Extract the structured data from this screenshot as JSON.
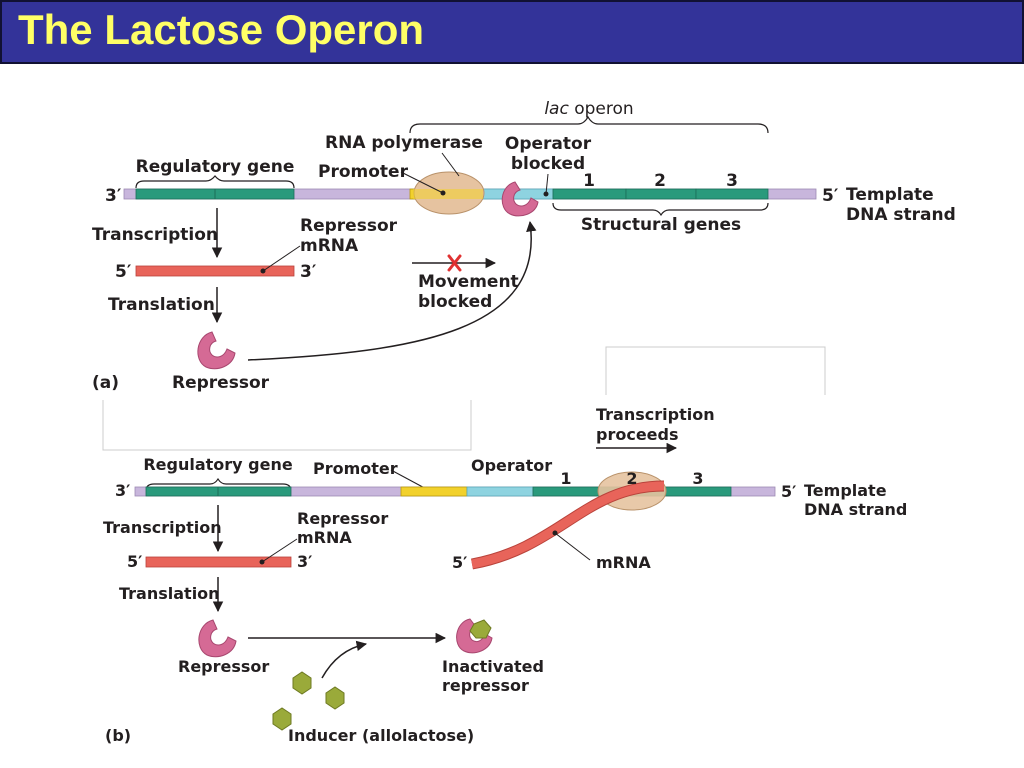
{
  "title": "The Lactose Operon",
  "colors": {
    "header_bg": "#333399",
    "title_text": "#ffff66",
    "dna_backbone": "#c8b6dc",
    "regulatory_gene": "#2a9a7c",
    "promoter": "#f2d12c",
    "operator": "#8ed3e0",
    "structural_genes": "#2a9a7c",
    "mrna": "#e8645a",
    "repressor": "#d56a95",
    "rna_polymerase": "#e6c3a0",
    "inducer": "#9aaa3a"
  },
  "panel_a": {
    "panel_label": "(a)",
    "lac_operon_italic": "lac",
    "lac_operon_rest": " operon",
    "rna_polymerase": "RNA polymerase",
    "operator_line1": "Operator",
    "operator_line2": "blocked",
    "regulatory_gene": "Regulatory gene",
    "promoter": "Promoter",
    "three_prime_left": "3′",
    "five_prime_right": "5′",
    "template_line1": "Template",
    "template_line2": "DNA strand",
    "gene1": "1",
    "gene2": "2",
    "gene3": "3",
    "structural_genes": "Structural genes",
    "transcription": "Transcription",
    "repressor_mrna_line1": "Repressor",
    "repressor_mrna_line2": "mRNA",
    "mrna_five": "5′",
    "mrna_three": "3′",
    "movement_line1": "Movement",
    "movement_line2": "blocked",
    "translation": "Translation",
    "repressor": "Repressor"
  },
  "panel_b": {
    "panel_label": "(b)",
    "transcription_proceeds_line1": "Transcription",
    "transcription_proceeds_line2": "proceeds",
    "regulatory_gene": "Regulatory gene",
    "promoter": "Promoter",
    "operator": "Operator",
    "three_prime_left": "3′",
    "five_prime_right": "5′",
    "template_line1": "Template",
    "template_line2": "DNA strand",
    "gene1": "1",
    "gene2": "2",
    "gene3": "3",
    "transcription": "Transcription",
    "repressor_mrna_line1": "Repressor",
    "repressor_mrna_line2": "mRNA",
    "mrna_five": "5′",
    "mrna_three": "3′",
    "new_mrna_five": "5′",
    "mrna": "mRNA",
    "translation": "Translation",
    "repressor": "Repressor",
    "inactivated_line1": "Inactivated",
    "inactivated_line2": "repressor",
    "inducer": "Inducer (allolactose)"
  }
}
